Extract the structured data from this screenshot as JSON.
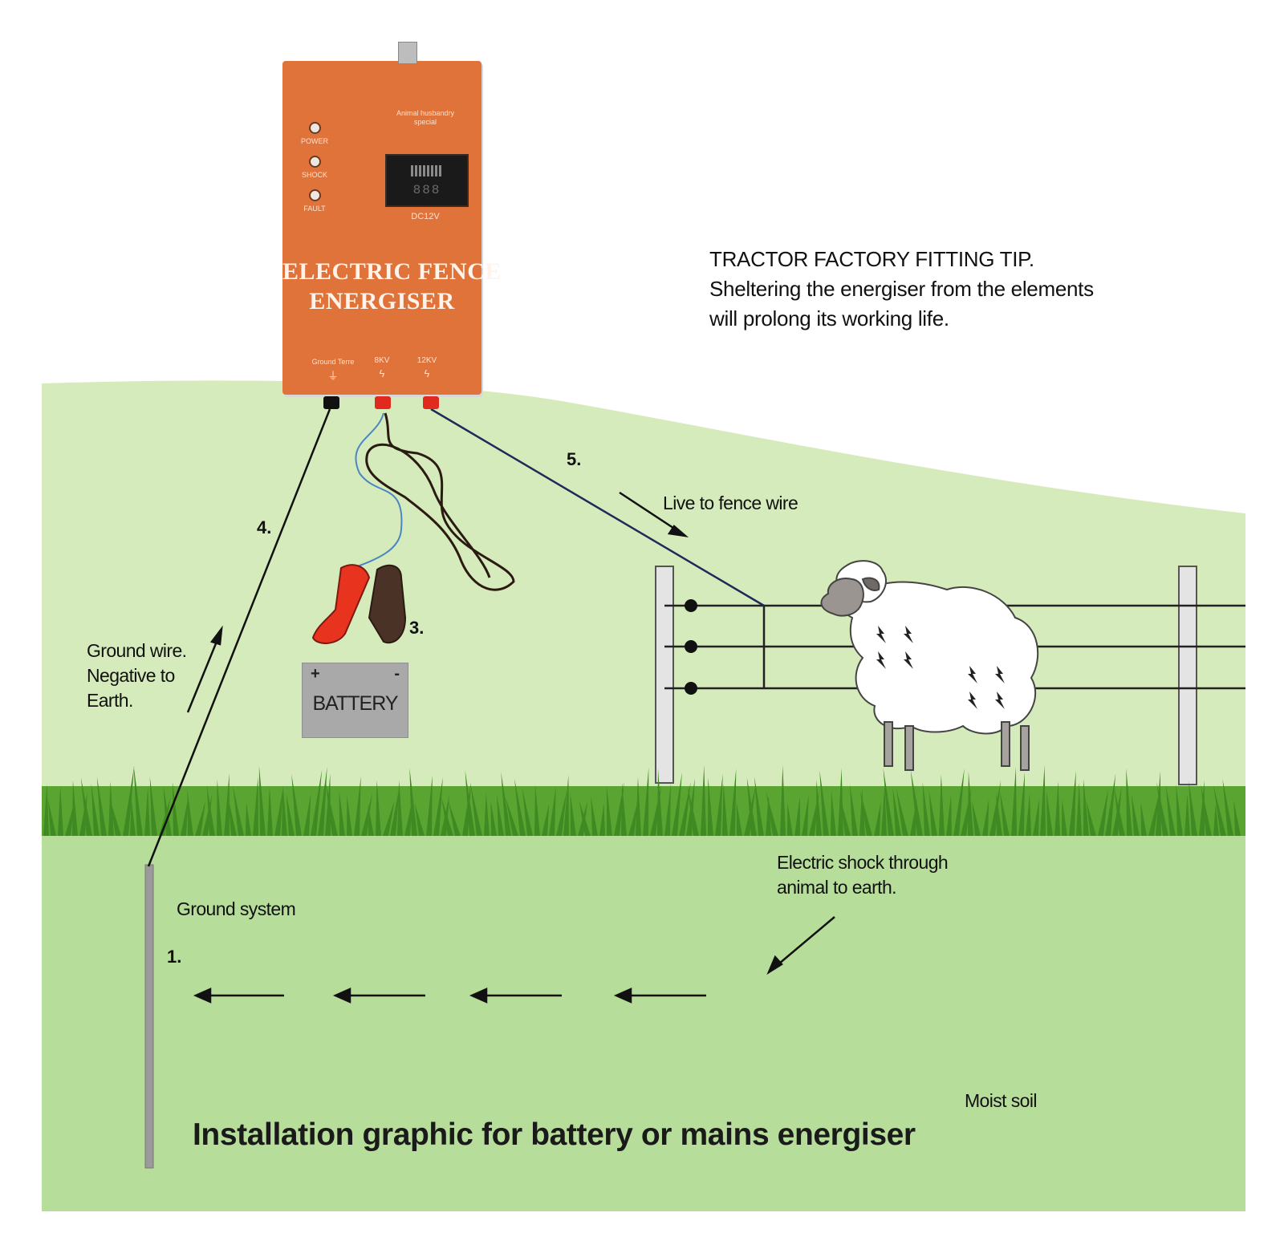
{
  "energiser": {
    "brand_note": "Animal husbandry special",
    "indicators": [
      "POWER",
      "SHOCK",
      "FAULT"
    ],
    "display_digits": "888",
    "voltage_label": "DC12V",
    "title_line1": "ELECTRIC FENCE",
    "title_line2": "ENERGISER",
    "terminals": [
      "Ground Terre",
      "8KV",
      "12KV"
    ]
  },
  "tip": {
    "heading": "TRACTOR FACTORY FITTING TIP.",
    "line1": "Sheltering the energiser from the elements",
    "line2": "will prolong its working life."
  },
  "steps": {
    "step1": "1.",
    "step3": "3.",
    "step4": "4.",
    "step5": "5."
  },
  "labels": {
    "live_to_fence": "Live to fence wire",
    "ground_wire_l1": "Ground wire.",
    "ground_wire_l2": "Negative to",
    "ground_wire_l3": "Earth.",
    "ground_system": "Ground system",
    "shock_l1": "Electric shock through",
    "shock_l2": "animal to earth.",
    "moist_soil": "Moist soil"
  },
  "battery": {
    "label": "BATTERY",
    "plus": "+",
    "minus": "-"
  },
  "caption": "Installation graphic for battery or mains energiser",
  "colors": {
    "energiser_orange": "#e0733a",
    "hill_green": "#d6ebbb",
    "soil_green": "#b7dd9a",
    "grass_green": "#4f9a2a",
    "clip_red": "#e8331e"
  }
}
